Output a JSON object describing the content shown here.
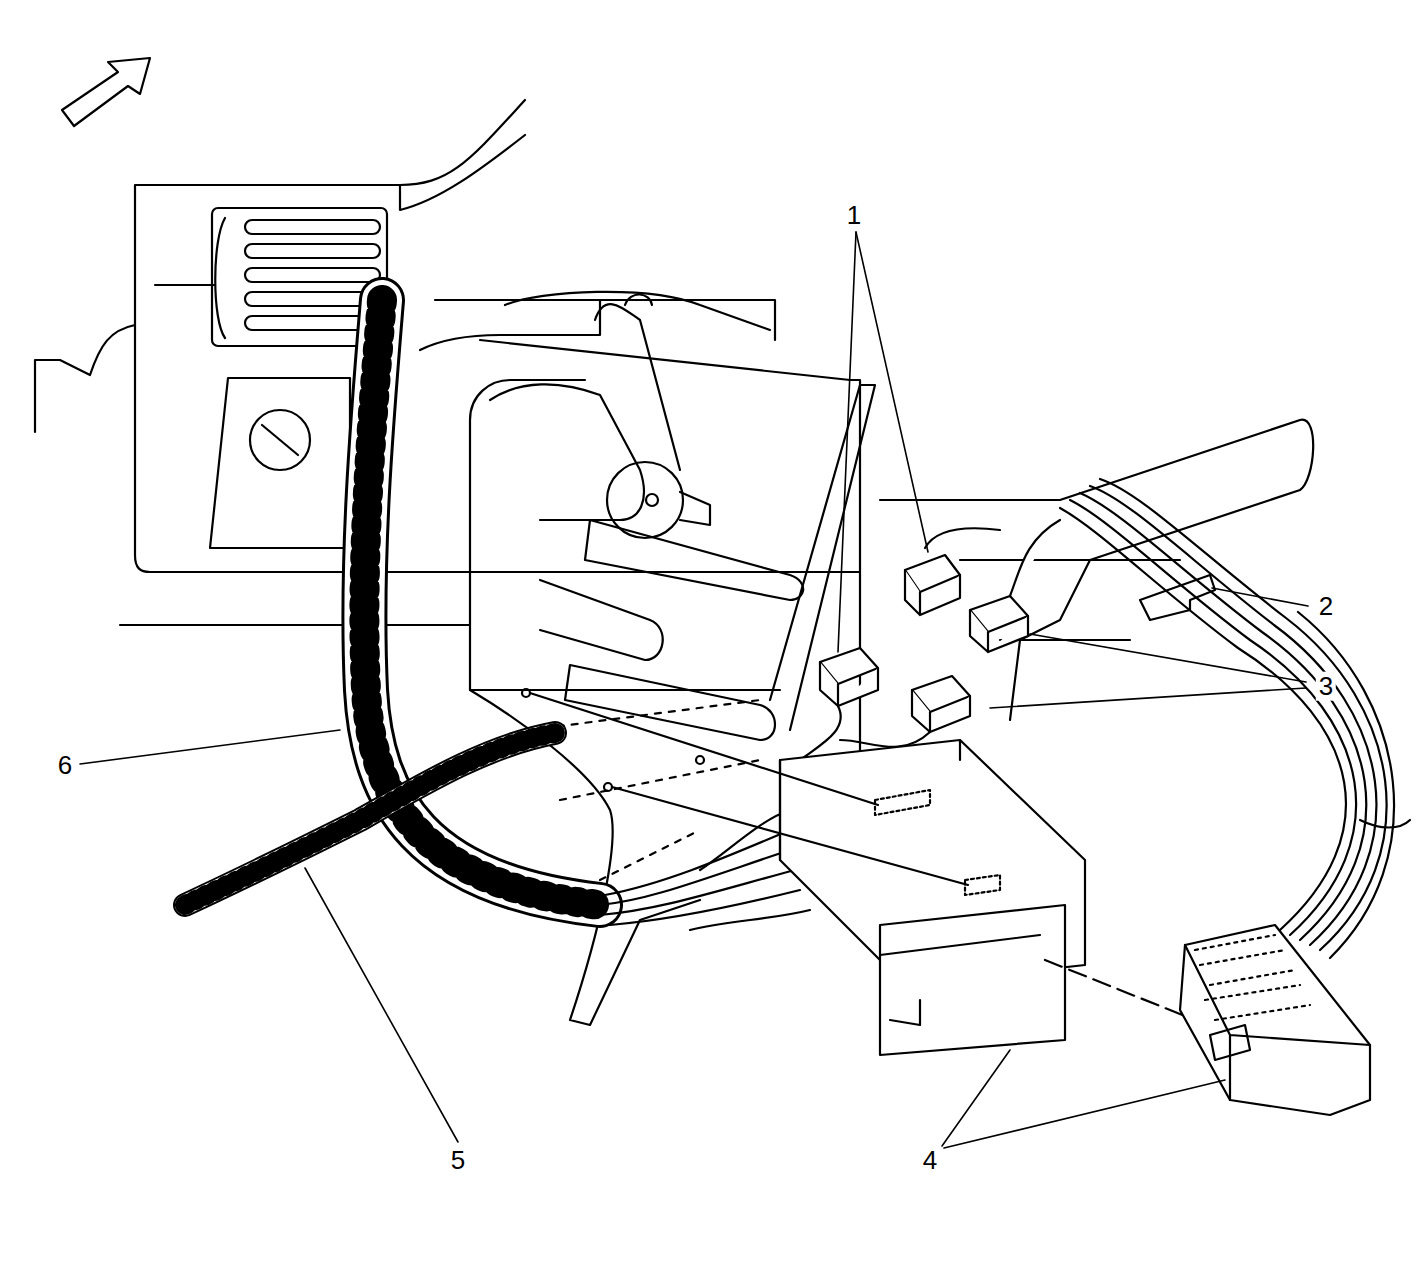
{
  "diagram": {
    "labels": [
      "1",
      "2",
      "3",
      "6",
      "5",
      "4"
    ]
  }
}
